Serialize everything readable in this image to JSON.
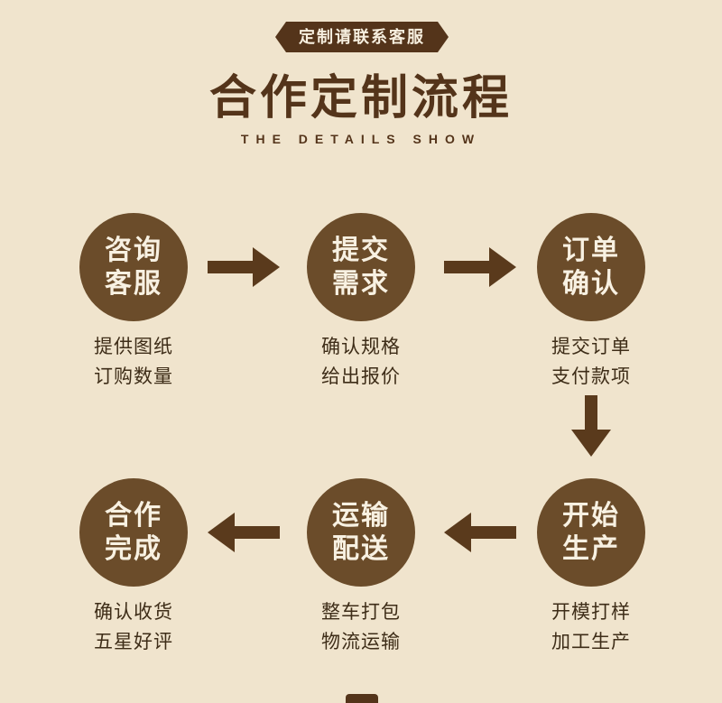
{
  "badge": {
    "label": "定制请联系客服"
  },
  "title": "合作定制流程",
  "subtitle": "THE DETAILS SHOW",
  "colors": {
    "bg": "#f0e4cd",
    "circle": "#6b4c2a",
    "arrow": "#5a3a1c",
    "title": "#54341a",
    "badge_bg": "#54341a",
    "badge_text": "#f7efdf",
    "circle_text": "#f8f1e2",
    "caption_text": "#3e2d18"
  },
  "steps": [
    {
      "circle_line1": "咨询",
      "circle_line2": "客服",
      "caption_line1": "提供图纸",
      "caption_line2": "订购数量"
    },
    {
      "circle_line1": "提交",
      "circle_line2": "需求",
      "caption_line1": "确认规格",
      "caption_line2": "给出报价"
    },
    {
      "circle_line1": "订单",
      "circle_line2": "确认",
      "caption_line1": "提交订单",
      "caption_line2": "支付款项"
    },
    {
      "circle_line1": "开始",
      "circle_line2": "生产",
      "caption_line1": "开模打样",
      "caption_line2": "加工生产"
    },
    {
      "circle_line1": "运输",
      "circle_line2": "配送",
      "caption_line1": "整车打包",
      "caption_line2": "物流运输"
    },
    {
      "circle_line1": "合作",
      "circle_line2": "完成",
      "caption_line1": "确认收货",
      "caption_line2": "五星好评"
    }
  ]
}
